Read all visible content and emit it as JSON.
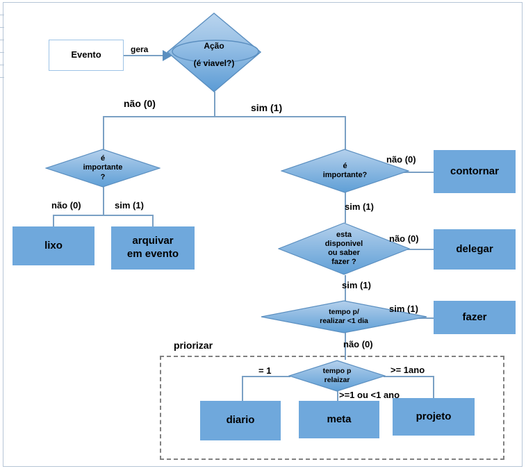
{
  "diagram": {
    "title_group": "priorizar",
    "colors": {
      "node_fill": "#6fa8dc",
      "diamond_fill_top": "#a8c8e8",
      "diamond_fill_bottom": "#5b9bd5",
      "diamond_stroke": "#5b8fc0",
      "line": "#7aa0c4",
      "white_box_border": "#9dc3e6",
      "dashed_border": "#808080",
      "text": "#000000"
    },
    "nodes": {
      "evento": "Evento",
      "acao_line1": "Ação",
      "acao_line2": "(é viavel?)",
      "importante_left_line1": "é",
      "importante_left_line2": "importante",
      "importante_left_line3": "?",
      "lixo": "lixo",
      "arquivar_line1": "arquivar",
      "arquivar_line2": "em evento",
      "importante_right_line1": "é",
      "importante_right_line2": "importante?",
      "contornar": "contornar",
      "disponivel_line1": "esta",
      "disponivel_line2": "disponivel",
      "disponivel_line3": "ou saber",
      "disponivel_line4": "fazer ?",
      "delegar": "delegar",
      "tempo_dia_line1": "tempo p/",
      "tempo_dia_line2": "realizar <1 dia",
      "fazer": "fazer",
      "tempo_realizar_line1": "tempo p",
      "tempo_realizar_line2": "relaizar",
      "diario": "diario",
      "meta": "meta",
      "projeto": "projeto"
    },
    "edges": {
      "gera": "gera",
      "acao_nao": "não (0)",
      "acao_sim": "sim (1)",
      "imp_left_nao": "não (0)",
      "imp_left_sim": "sim (1)",
      "imp_right_nao": "não (0)",
      "imp_right_sim": "sim (1)",
      "disp_nao": "não (0)",
      "disp_sim": "sim (1)",
      "tempo_dia_sim": "sim (1)",
      "tempo_dia_nao": "não (0)",
      "tr_eq1": "= 1",
      "tr_mid": ">=1 ou <1 ano",
      "tr_ge1ano": ">= 1ano"
    }
  }
}
